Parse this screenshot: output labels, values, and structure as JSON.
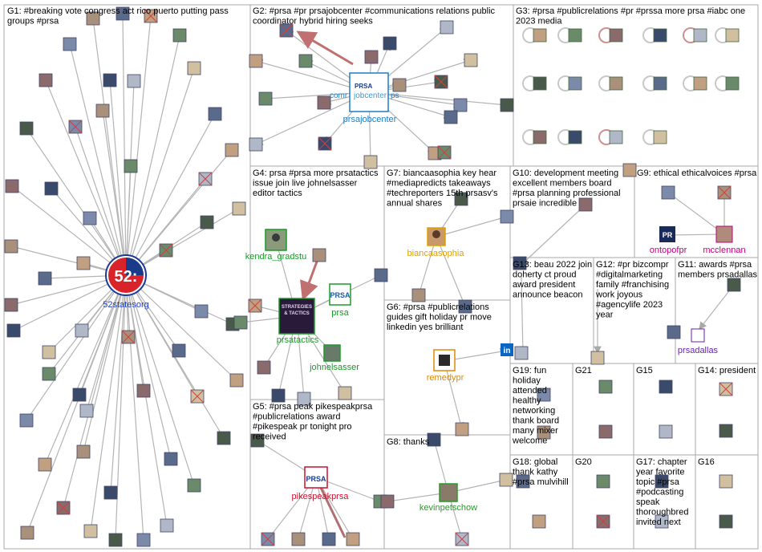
{
  "colors": {
    "g1": "#1f3fbf",
    "g2": "#1a7fc8",
    "g3": "#666666",
    "g4": "#1a9a2a",
    "g5": "#c8102e",
    "g6": "#e08a00",
    "g7": "#e0a000",
    "g8": "#2a9a2a",
    "g9": "#c0007a",
    "g11": "#6a1fb0",
    "edge": "#b0b0b0",
    "edge_red": "#c06060",
    "box": "#aaaaaa"
  },
  "groups": [
    {
      "id": "G1",
      "title": "G1: #breaking vote congress act rico puerto putting pass groups #prsa"
    },
    {
      "id": "G2",
      "title": "G2: #prsa #pr prsajobcenter #communications relations public coordinator hybrid hiring seeks"
    },
    {
      "id": "G3",
      "title": "G3: #prsa #publicrelations #pr #prssa more prsa #iabc one 2023 media"
    },
    {
      "id": "G4",
      "title": "G4: prsa #prsa more prsatactics issue join live johnelsasser editor tactics"
    },
    {
      "id": "G5",
      "title": "G5: #prsa peak pikespeakprsa #publicrelations award #pikespeak pr tonight pro received"
    },
    {
      "id": "G6",
      "title": "G6: #prsa #publicrelations guides gift holiday pr move linkedin yes brilliant"
    },
    {
      "id": "G7",
      "title": "G7: biancaasophia key hear #mediapredicts takeaways #techreporters 15th prsasv's annual shares"
    },
    {
      "id": "G8",
      "title": "G8: thanks"
    },
    {
      "id": "G9",
      "title": "G9: ethical ethicalvoices #prsa"
    },
    {
      "id": "G10",
      "title": "G10: development meeting excellent members board #prsa planning professional prsaie incredible"
    },
    {
      "id": "G11",
      "title": "G11: awards #prsa members prsadallas"
    },
    {
      "id": "G12",
      "title": "G12: #pr bizcompr #digitalmarketing family #franchising work joyous #agencylife 2023 year"
    },
    {
      "id": "G13",
      "title": "G13: beau 2022 join doherty ct proud award president announce beacon"
    },
    {
      "id": "G14",
      "title": "G14: president"
    },
    {
      "id": "G15",
      "title": "G15"
    },
    {
      "id": "G16",
      "title": "G16"
    },
    {
      "id": "G17",
      "title": "G17: chapter year favorite topic #prsa #podcasting speak thoroughbred invited next"
    },
    {
      "id": "G18",
      "title": "G18: global thank kathy #prsa mulvihill"
    },
    {
      "id": "G19",
      "title": "G19: fun holiday attended healthy networking thank board many mixer welcome"
    },
    {
      "id": "G20",
      "title": "G20"
    },
    {
      "id": "G21",
      "title": "G21"
    }
  ],
  "hubs": {
    "statesorg": {
      "label": "52statesorg",
      "logo": "52:"
    },
    "prsajobcenter": {
      "label": "prsajobcenter",
      "ghost": "comr",
      "ghost2": "ps",
      "logo1": "PRSA",
      "logo2": "jobcenter"
    },
    "kendra": {
      "label": "kendra_gradstu"
    },
    "prsatactics": {
      "label": "prsatactics",
      "logo1": "STRATEGIES",
      "logo2": "& TACTICS"
    },
    "prsa": {
      "label": "prsa",
      "logo": "PRSA"
    },
    "johnelsasser": {
      "label": "johnelsasser"
    },
    "biancaasophia": {
      "label": "biancaasophia"
    },
    "remedypr": {
      "label": "remedypr"
    },
    "pikespeakprsa": {
      "label": "pikespeakprsa",
      "logo": "PRSA"
    },
    "kevinpetschow": {
      "label": "kevinpetschow"
    },
    "ontopofpr": {
      "label": "ontopofpr",
      "logo": "PR"
    },
    "mcclennan": {
      "label": "mcclennan"
    },
    "prsadallas": {
      "label": "prsadallas"
    },
    "linkedin": {
      "logo": "in"
    }
  }
}
